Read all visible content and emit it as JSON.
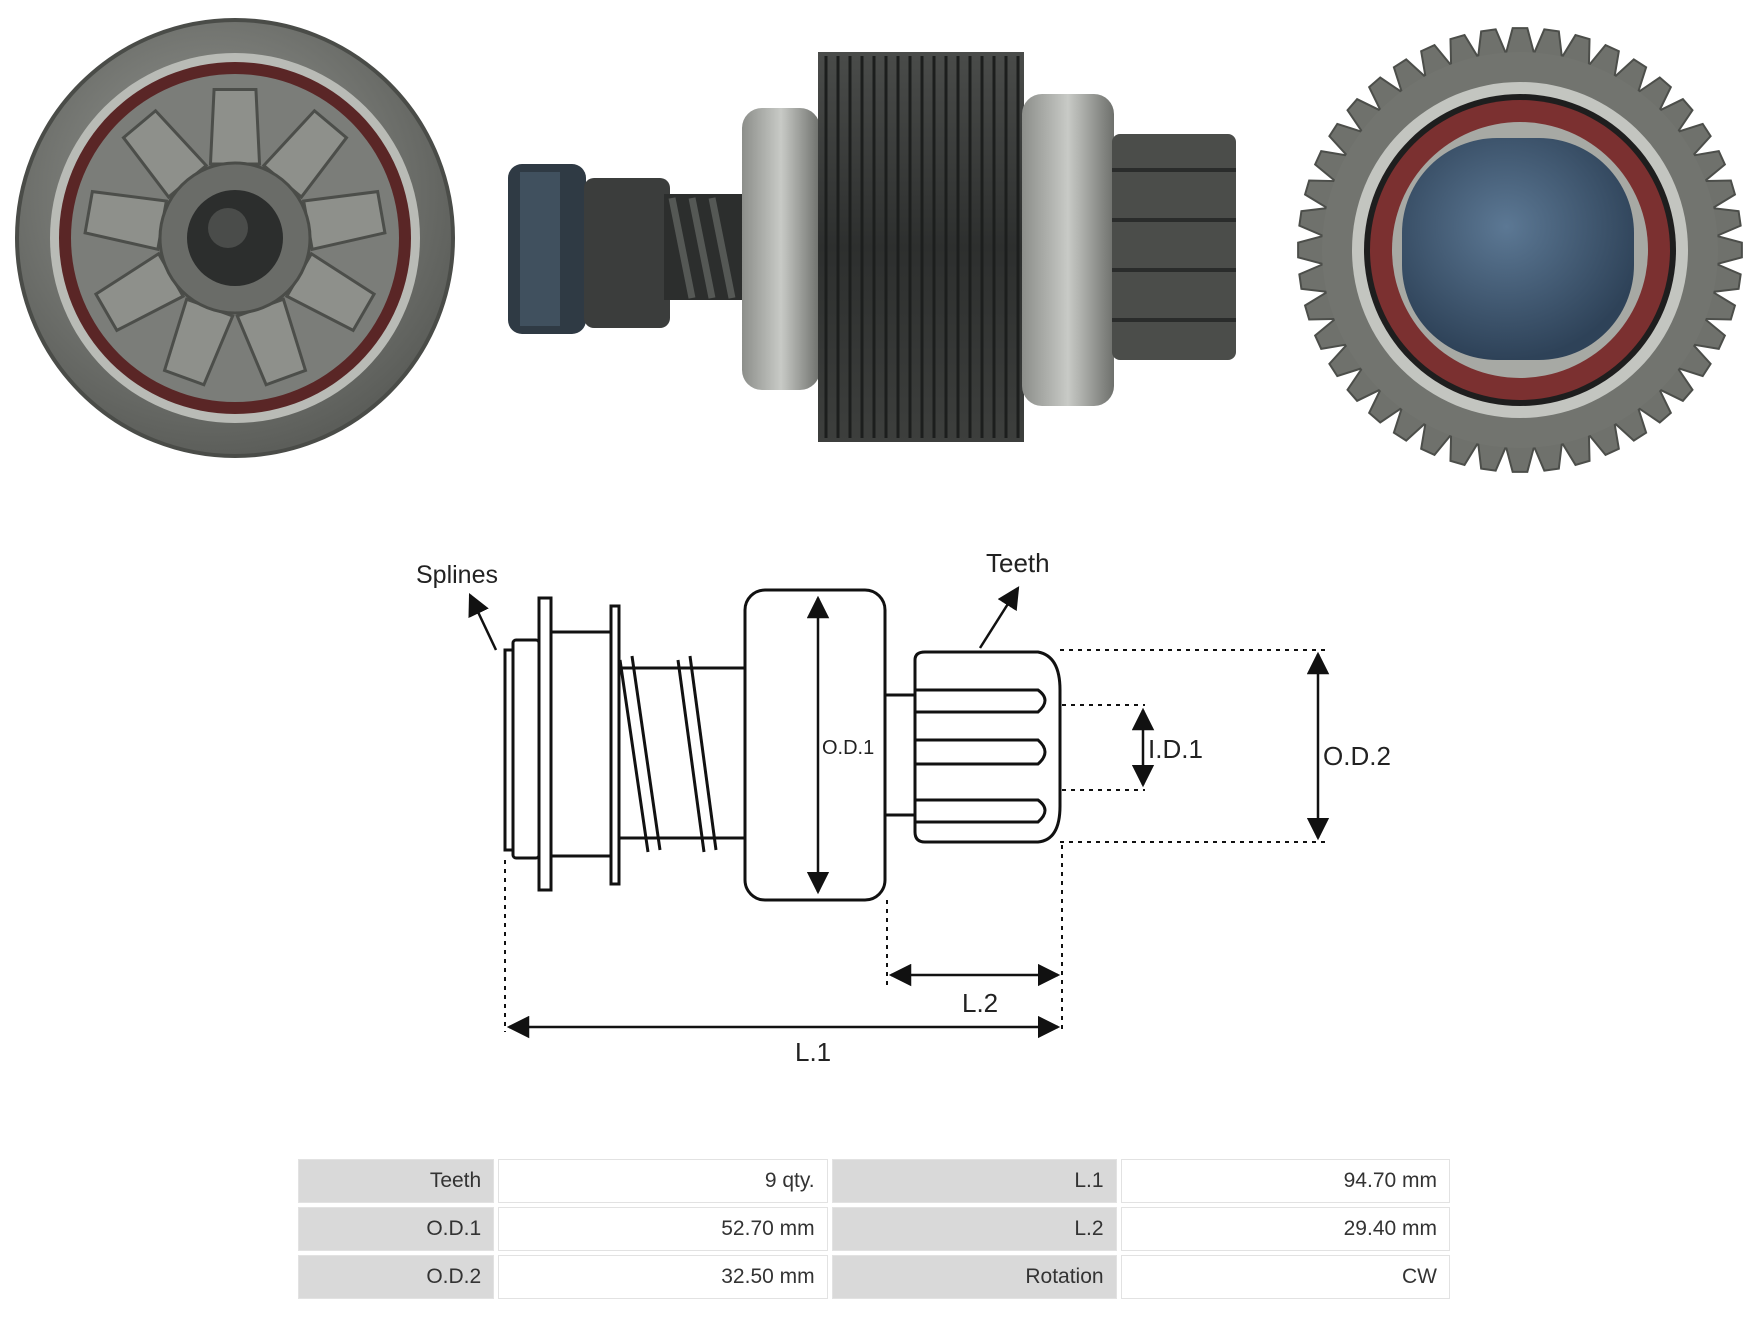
{
  "diagram": {
    "labels": {
      "splines": "Splines",
      "teeth": "Teeth",
      "od1": "O.D.1",
      "id1": "I.D.1",
      "od2": "O.D.2",
      "l1": "L.1",
      "l2": "L.2"
    }
  },
  "specs": {
    "rows": [
      {
        "k1": "Teeth",
        "v1": "9 qty.",
        "k2": "L.1",
        "v2": "94.70 mm"
      },
      {
        "k1": "O.D.1",
        "v1": "52.70 mm",
        "k2": "L.2",
        "v2": "29.40 mm"
      },
      {
        "k1": "O.D.2",
        "v1": "32.50 mm",
        "k2": "Rotation",
        "v2": "CW"
      }
    ]
  },
  "colors": {
    "steel": "#6f716c",
    "dark_steel": "#3a3c3a",
    "seal_red": "#6b2a2a",
    "cap_blue": "#3e5670"
  }
}
